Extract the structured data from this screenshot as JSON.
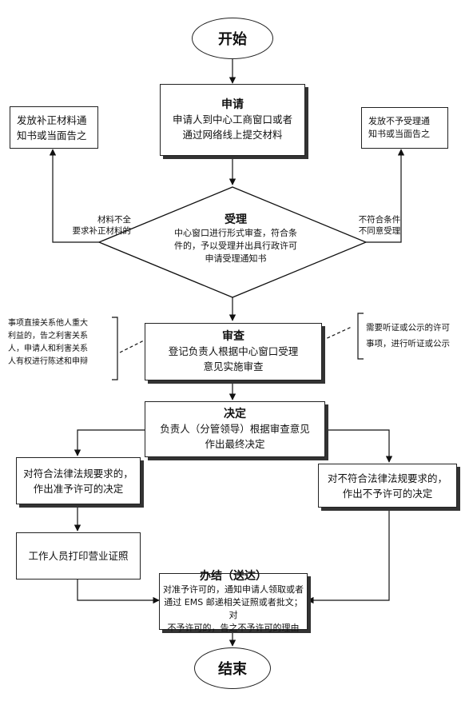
{
  "start": "开始",
  "end": "结束",
  "apply": {
    "title": "申请",
    "line1": "申请人到中心工商窗口或者",
    "line2": "通过网络线上提交材料"
  },
  "accept": {
    "title": "受理",
    "line1": "中心窗口进行形式审查，符合条",
    "line2": "件的，予以受理并出具行政许可",
    "line3": "申请受理通知书"
  },
  "left_notice": {
    "line1": "发放补正材料通",
    "line2": "知书或当面告之"
  },
  "right_notice": {
    "line1": "发放不予受理通",
    "line2": "知书或当面告之"
  },
  "left_cond": {
    "line1": "材料不全",
    "line2": "要求补正材料的"
  },
  "right_cond": {
    "line1": "不符合条件",
    "line2": "不同意受理"
  },
  "review": {
    "title": "审查",
    "line1": "登记负责人根据中心窗口受理",
    "line2": "意见实施审查"
  },
  "review_left_note": {
    "line1": "事项直接关系他人重大",
    "line2": "利益的，告之利害关系",
    "line3": "人，申请人和利害关系",
    "line4": "人有权进行陈述和申辩"
  },
  "review_right_note": {
    "line1": "需要听证或公示的许可",
    "line2": "事项，进行听证或公示"
  },
  "decide": {
    "title": "决定",
    "line1": "负责人（分管领导）根据审查意见",
    "line2": "作出最终决定"
  },
  "approve": {
    "line1": "对符合法律法规要求的，",
    "line2": "作出准予许可的决定"
  },
  "reject": {
    "line1": "对不符合法律法规要求的，",
    "line2": "作出不予许可的决定"
  },
  "print": "工作人员打印营业证照",
  "deliver": {
    "title": "办结（送达）",
    "line1": "对准予许可的，通知申请人领取或者",
    "line2": "通过 EMS 邮递相关证照或者批文；对",
    "line3": "不予许可的，告之不予许可的理由"
  }
}
